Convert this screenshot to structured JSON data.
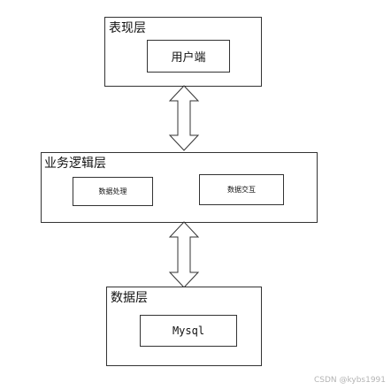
{
  "layers": {
    "presentation": {
      "title": "表现层",
      "components": [
        "用户端"
      ]
    },
    "business": {
      "title": "业务逻辑层",
      "components": [
        "数据处理",
        "数据交互"
      ]
    },
    "data": {
      "title": "数据层",
      "components": [
        "Mysql"
      ]
    }
  },
  "connectors": [
    {
      "from": "表现层",
      "to": "业务逻辑层",
      "type": "bidirectional"
    },
    {
      "from": "业务逻辑层",
      "to": "数据层",
      "type": "bidirectional"
    }
  ],
  "watermark": "CSDN @kybs1991"
}
